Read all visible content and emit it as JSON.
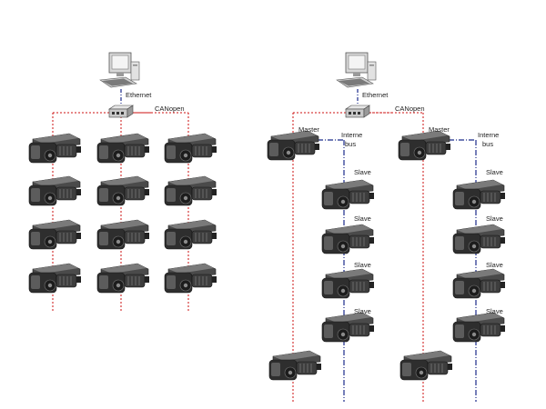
{
  "colors": {
    "can_bus": "#cc1111",
    "internal_bus": "#1a2a8a",
    "ethernet": "#1a2a8a",
    "device_dark": "#2b2b2b",
    "device_mid": "#666666",
    "device_light": "#bdbdbd"
  },
  "icons": {
    "computer": "computer-icon",
    "switch": "network-switch-icon",
    "drive": "servo-drive-icon"
  },
  "left_network": {
    "ethernet_label": "Ethernet",
    "can_label": "CANopen",
    "columns": 3,
    "drives_per_column": 4
  },
  "right_network": {
    "ethernet_label": "Ethernet",
    "can_label": "CANopen",
    "groups": [
      {
        "master_label": "Master",
        "bus_label_line1": "Interne",
        "bus_label_line2": "bus",
        "slave_labels": [
          "Slave",
          "Slave",
          "Slave",
          "Slave"
        ]
      },
      {
        "master_label": "Master",
        "bus_label_line1": "Interne",
        "bus_label_line2": "bus",
        "slave_labels": [
          "Slave",
          "Slave",
          "Slave",
          "Slave"
        ]
      }
    ]
  }
}
